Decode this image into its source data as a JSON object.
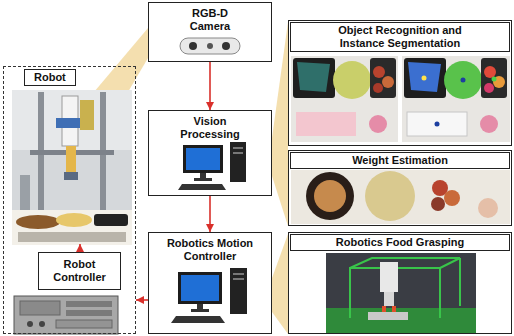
{
  "diagram": {
    "nodes": [
      {
        "text": [
          "Robot"
        ]
      },
      {
        "text": [
          "Robot Controller"
        ],
        "in": 0
      },
      {
        "text": [
          "RGB-D Camera"
        ]
      },
      {
        "text": [
          "Vision Processing"
        ]
      },
      {
        "text": [
          "Robotics Motion Controller"
        ]
      },
      {
        "text": [
          "Object Recognition and Instance Segmentation"
        ]
      },
      {
        "text": [
          "Weight Estimation"
        ]
      },
      {
        "text": [
          "Robotics Food Grasping"
        ]
      }
    ],
    "edges": [
      {
        "from": 2,
        "to": 3,
        "arrow": "to"
      },
      {
        "from": 3,
        "to": 4,
        "arrow": "to"
      },
      {
        "from": 4,
        "to": 0,
        "arrow": "to"
      }
    ]
  }
}
